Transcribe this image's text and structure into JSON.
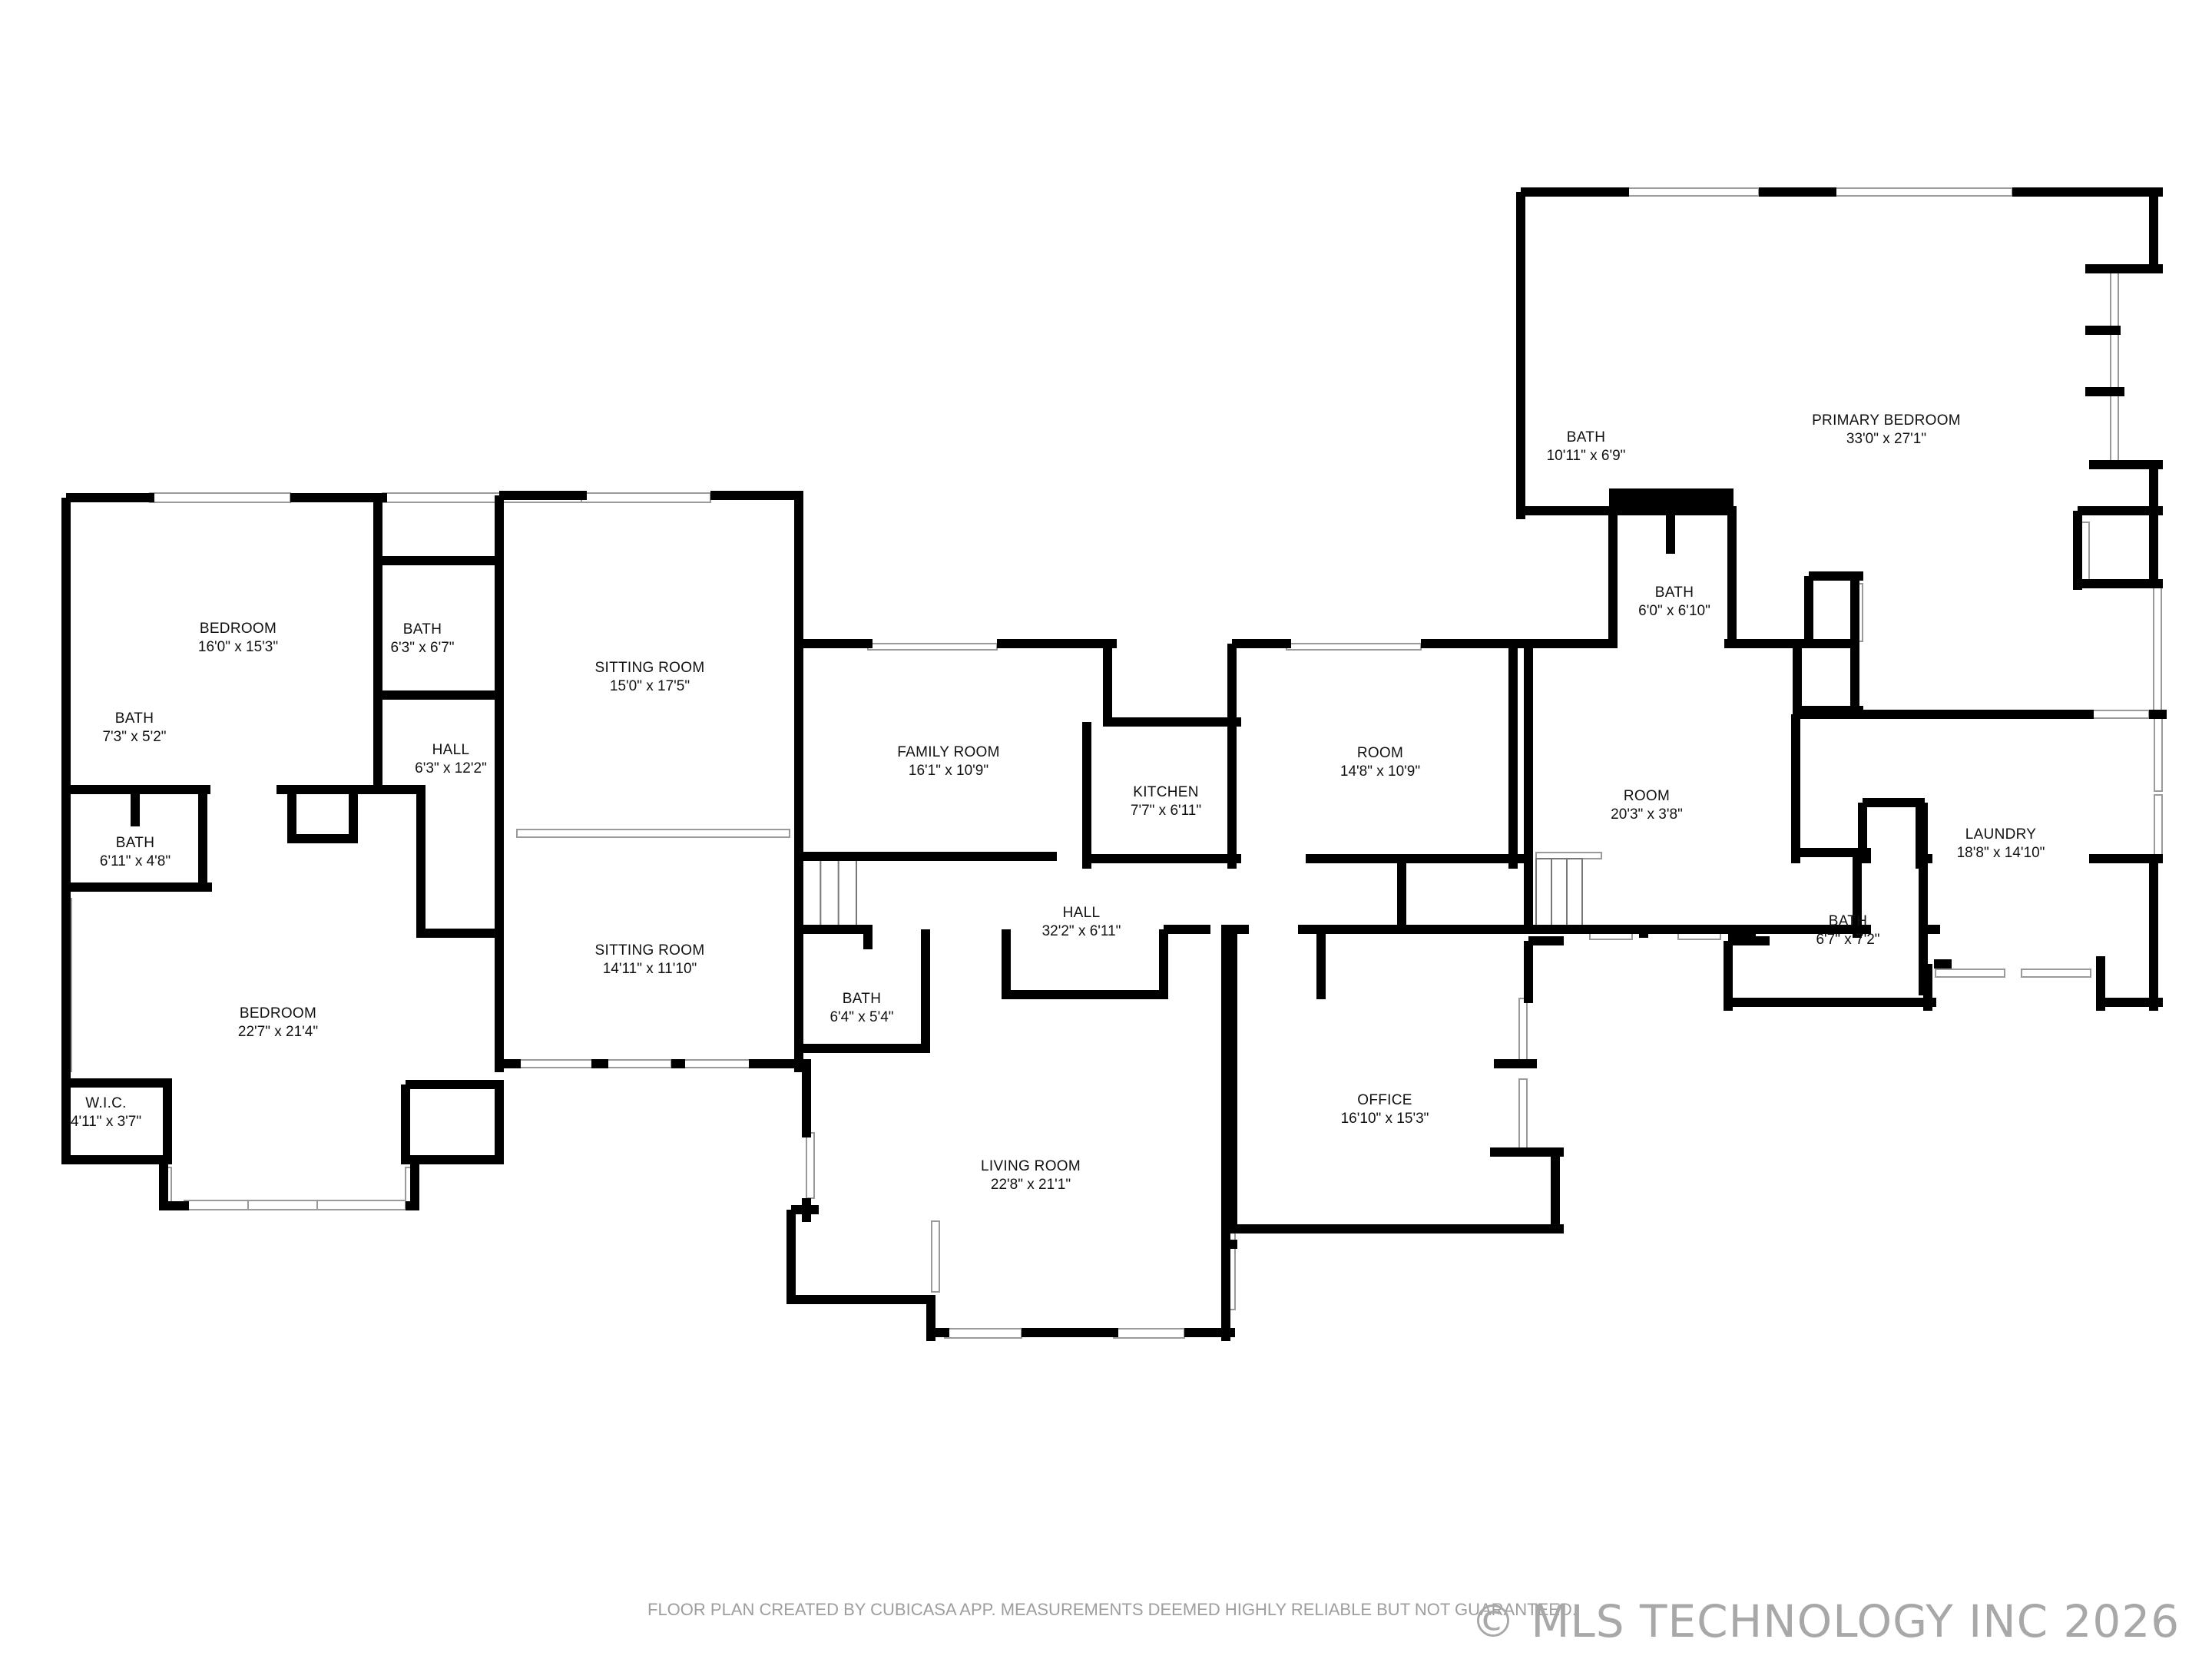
{
  "rooms": [
    {
      "id": "bedroom-1",
      "name": "BEDROOM",
      "dims": "16'0\" x 15'3\""
    },
    {
      "id": "bath-1",
      "name": "BATH",
      "dims": "7'3\" x 5'2\""
    },
    {
      "id": "bath-2",
      "name": "BATH",
      "dims": "6'3\" x 6'7\""
    },
    {
      "id": "hall-1",
      "name": "HALL",
      "dims": "6'3\" x 12'2\""
    },
    {
      "id": "sitting-room-1",
      "name": "SITTING ROOM",
      "dims": "15'0\" x 17'5\""
    },
    {
      "id": "bath-3",
      "name": "BATH",
      "dims": "6'11\" x 4'8\""
    },
    {
      "id": "bedroom-2",
      "name": "BEDROOM",
      "dims": "22'7\" x 21'4\""
    },
    {
      "id": "wic",
      "name": "W.I.C.",
      "dims": "4'11\" x 3'7\""
    },
    {
      "id": "sitting-room-2",
      "name": "SITTING ROOM",
      "dims": "14'11\" x 11'10\""
    },
    {
      "id": "family-room",
      "name": "FAMILY ROOM",
      "dims": "16'1\" x 10'9\""
    },
    {
      "id": "kitchen",
      "name": "KITCHEN",
      "dims": "7'7\" x 6'11\""
    },
    {
      "id": "room-1",
      "name": "ROOM",
      "dims": "14'8\" x 10'9\""
    },
    {
      "id": "hall-2",
      "name": "HALL",
      "dims": "32'2\" x 6'11\""
    },
    {
      "id": "bath-4",
      "name": "BATH",
      "dims": "6'4\" x 5'4\""
    },
    {
      "id": "living-room",
      "name": "LIVING ROOM",
      "dims": "22'8\" x 21'1\""
    },
    {
      "id": "office",
      "name": "OFFICE",
      "dims": "16'10\" x 15'3\""
    },
    {
      "id": "bath-5",
      "name": "BATH",
      "dims": "10'11\" x 6'9\""
    },
    {
      "id": "primary-bedroom",
      "name": "PRIMARY BEDROOM",
      "dims": "33'0\" x 27'1\""
    },
    {
      "id": "bath-6",
      "name": "BATH",
      "dims": "6'0\" x 6'10\""
    },
    {
      "id": "room-2",
      "name": "ROOM",
      "dims": "20'3\" x 3'8\""
    },
    {
      "id": "laundry",
      "name": "LAUNDRY",
      "dims": "18'8\" x 14'10\""
    },
    {
      "id": "bath-7",
      "name": "BATH",
      "dims": "6'7\" x 7'2\""
    }
  ],
  "footer": {
    "disclaimer": "FLOOR PLAN CREATED BY CUBICASA APP. MEASUREMENTS DEEMED HIGHLY RELIABLE BUT NOT GUARANTEED.",
    "copyright": "© MLS TECHNOLOGY INC 2026"
  },
  "colors": {
    "wall": "#000000",
    "window": "#9a9a9a",
    "text": "#111111",
    "watermark": "#a8a8a8"
  }
}
